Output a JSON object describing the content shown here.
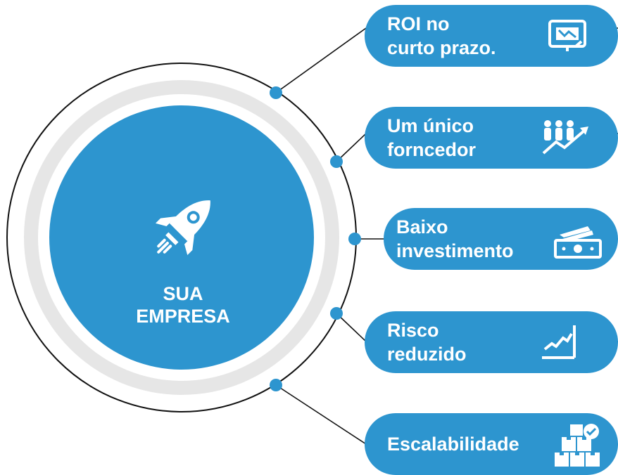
{
  "colors": {
    "accent": "#2d95cf",
    "ring": "#e6e6e6",
    "outline": "#111111",
    "text": "#ffffff"
  },
  "center": {
    "icon": "rocket-icon",
    "title_line1": "SUA",
    "title_line2": "EMPRESA"
  },
  "items": [
    {
      "line1": "ROI no",
      "line2": "curto prazo.",
      "icon": "presentation-board-icon"
    },
    {
      "line1": "Um único",
      "line2": "forncedor",
      "icon": "team-growth-icon"
    },
    {
      "line1": "Baixo",
      "line2": "investimento",
      "icon": "money-stack-icon"
    },
    {
      "line1": "Risco",
      "line2": "reduzido",
      "icon": "trend-chart-icon"
    },
    {
      "line1": "Escalabilidade",
      "line2": "",
      "icon": "boxes-check-icon"
    }
  ]
}
